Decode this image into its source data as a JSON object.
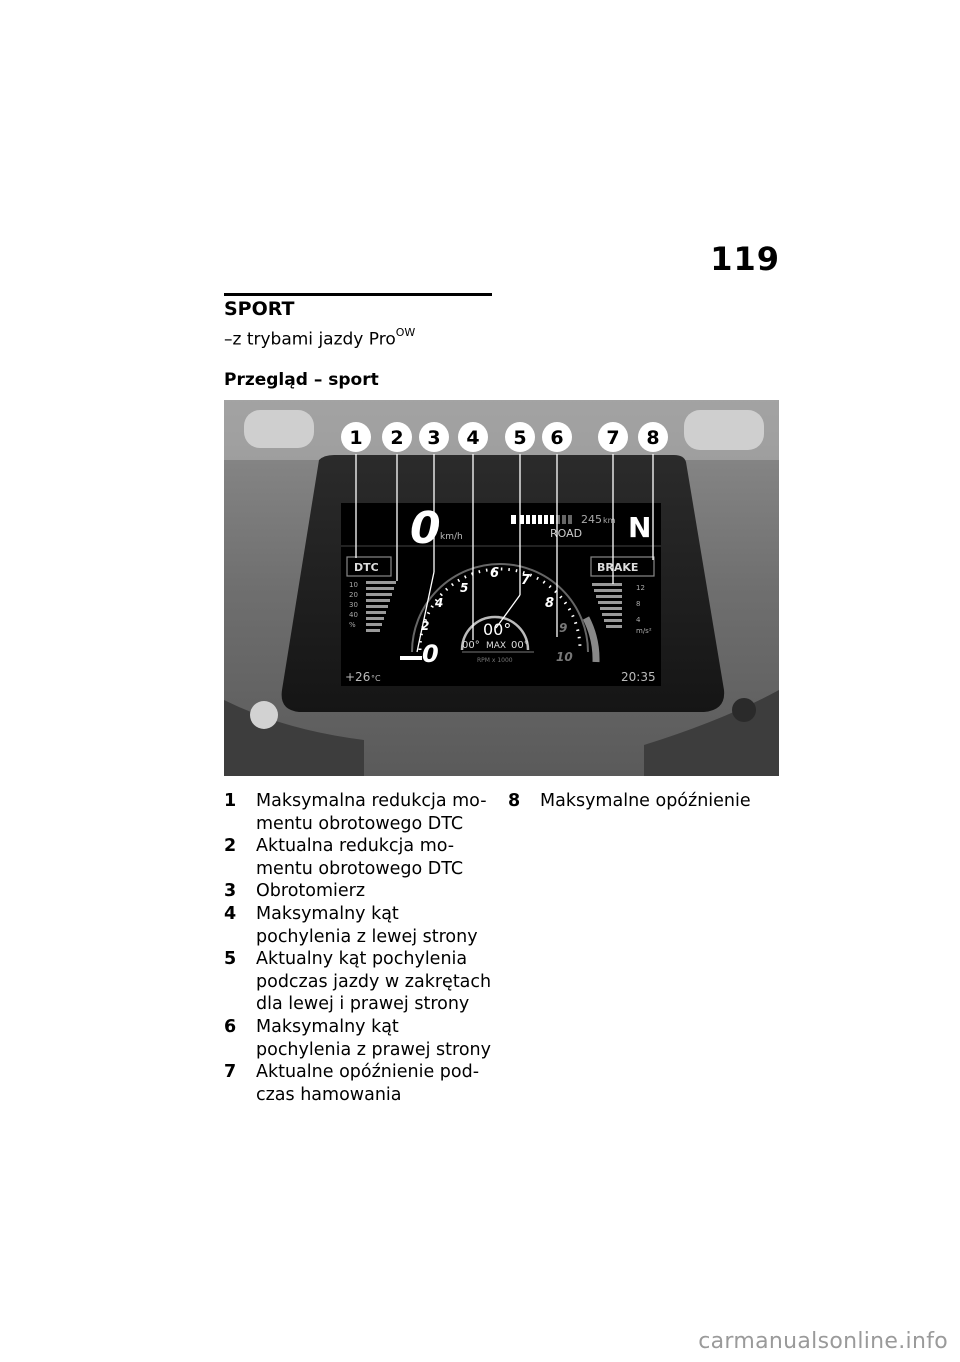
{
  "page": {
    "number": "119",
    "section_title": "SPORT",
    "subtitle": "–z trybami jazdy Pro",
    "subtitle_sup": "OW",
    "heading": "Przegląd – sport"
  },
  "figure": {
    "callouts": [
      "1",
      "2",
      "3",
      "4",
      "5",
      "6",
      "7",
      "8"
    ],
    "display": {
      "speed": "0",
      "speed_unit": "km/h",
      "range": "245",
      "range_unit": "km",
      "mode": "ROAD",
      "gear": "N",
      "dtc_label": "DTC",
      "dtc_scale": [
        "10",
        "20",
        "30",
        "40"
      ],
      "dtc_unit": "%",
      "brake_label": "BRAKE",
      "brake_scale": [
        "12",
        "8",
        "4"
      ],
      "brake_unit": "m/s²",
      "rpm_marks": [
        "2",
        "4",
        "5",
        "6",
        "7",
        "8",
        "9",
        "10"
      ],
      "lean_current": "00°",
      "lean_left_max": "00°",
      "lean_max_label": "MAX",
      "lean_right_max": "00°",
      "rpm_unit": "RPM x 1000",
      "gear_bottom": "0",
      "temperature": "+26",
      "temperature_unit": "°C",
      "time": "20:35"
    }
  },
  "legend": [
    {
      "num": "1",
      "text": "Maksymalna redukcja mo-mentu obrotowego DTC"
    },
    {
      "num": "2",
      "text": "Aktualna redukcja mo-mentu obrotowego DTC"
    },
    {
      "num": "3",
      "text": "Obrotomierz"
    },
    {
      "num": "4",
      "text": "Maksymalny kąt pochylenia z lewej strony"
    },
    {
      "num": "5",
      "text": "Aktualny kąt pochylenia podczas jazdy w zakrętach dla lewej i prawej strony"
    },
    {
      "num": "6",
      "text": "Maksymalny kąt pochylenia z prawej strony"
    },
    {
      "num": "7",
      "text": "Aktualne opóźnienie pod-czas hamowania"
    },
    {
      "num": "8",
      "text": "Maksymalne opóźnienie"
    }
  ],
  "watermark": "carmanualsonline.info"
}
